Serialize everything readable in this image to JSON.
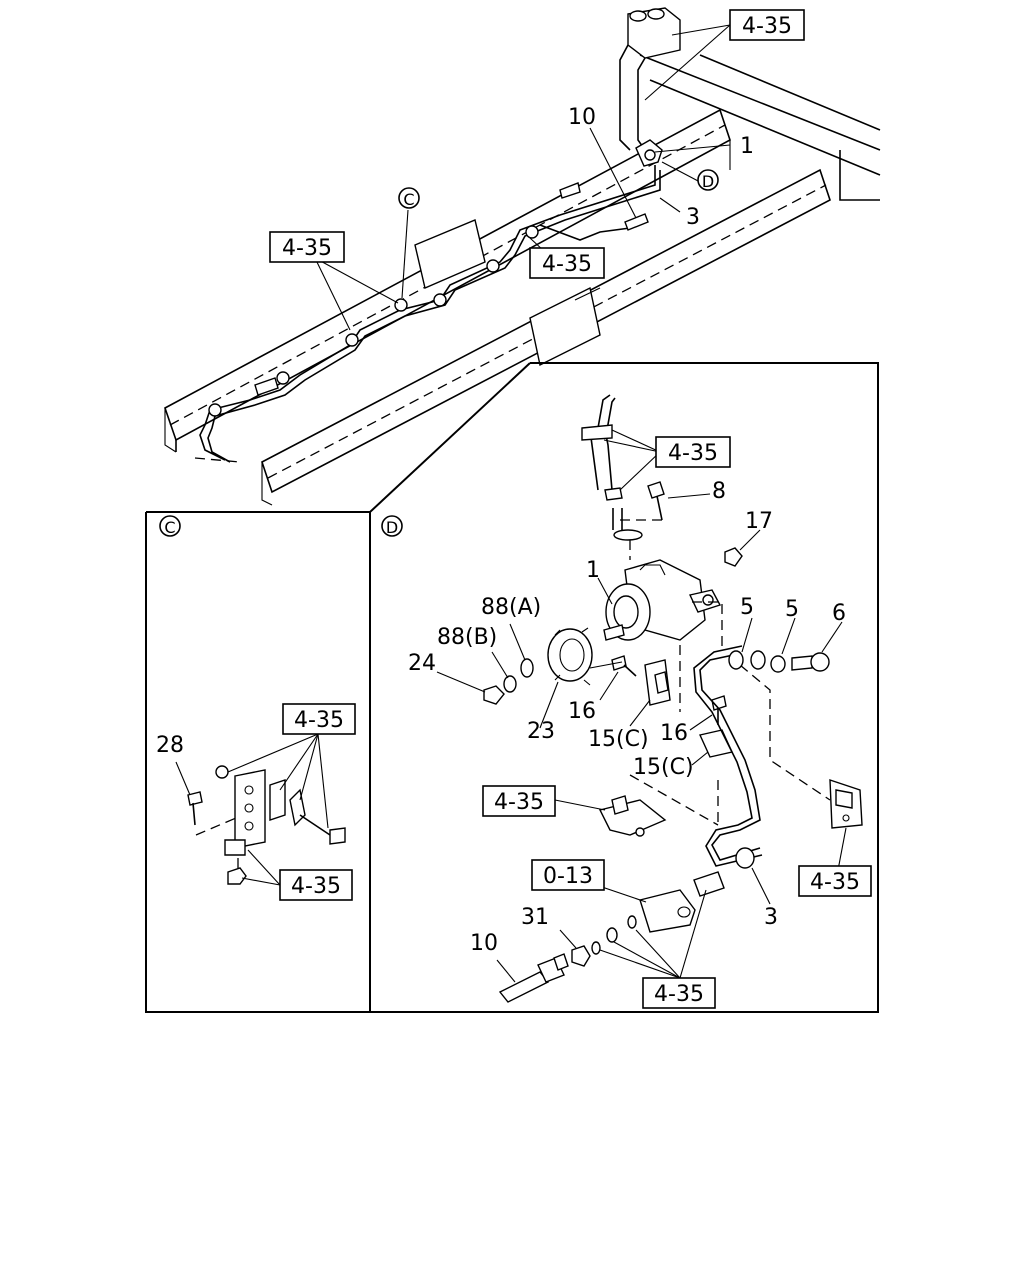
{
  "refs": {
    "r_top": "4-35",
    "r_left": "4-35",
    "r_mid": "4-35",
    "r_d_top": "4-35",
    "r_c": "4-35",
    "r_c_bottom": "4-35",
    "r_d_left": "4-35",
    "r_d_right": "4-35",
    "r_d_bottom": "4-35",
    "r_0_13": "0-13"
  },
  "callouts": {
    "c_top": "C",
    "d_top": "D",
    "c_panel": "C",
    "d_panel": "D"
  },
  "parts": {
    "p1_top": "1",
    "p10_top": "10",
    "p3_top": "3",
    "p8": "8",
    "p17": "17",
    "p1_d": "1",
    "p88a": "88(A)",
    "p88b": "88(B)",
    "p24": "24",
    "p5a": "5",
    "p5b": "5",
    "p6": "6",
    "p16a": "16",
    "p16b": "16",
    "p15a": "15(C)",
    "p15b": "15(C)",
    "p23": "23",
    "p3_d": "3",
    "p31": "31",
    "p10_d": "10",
    "p28": "28"
  }
}
